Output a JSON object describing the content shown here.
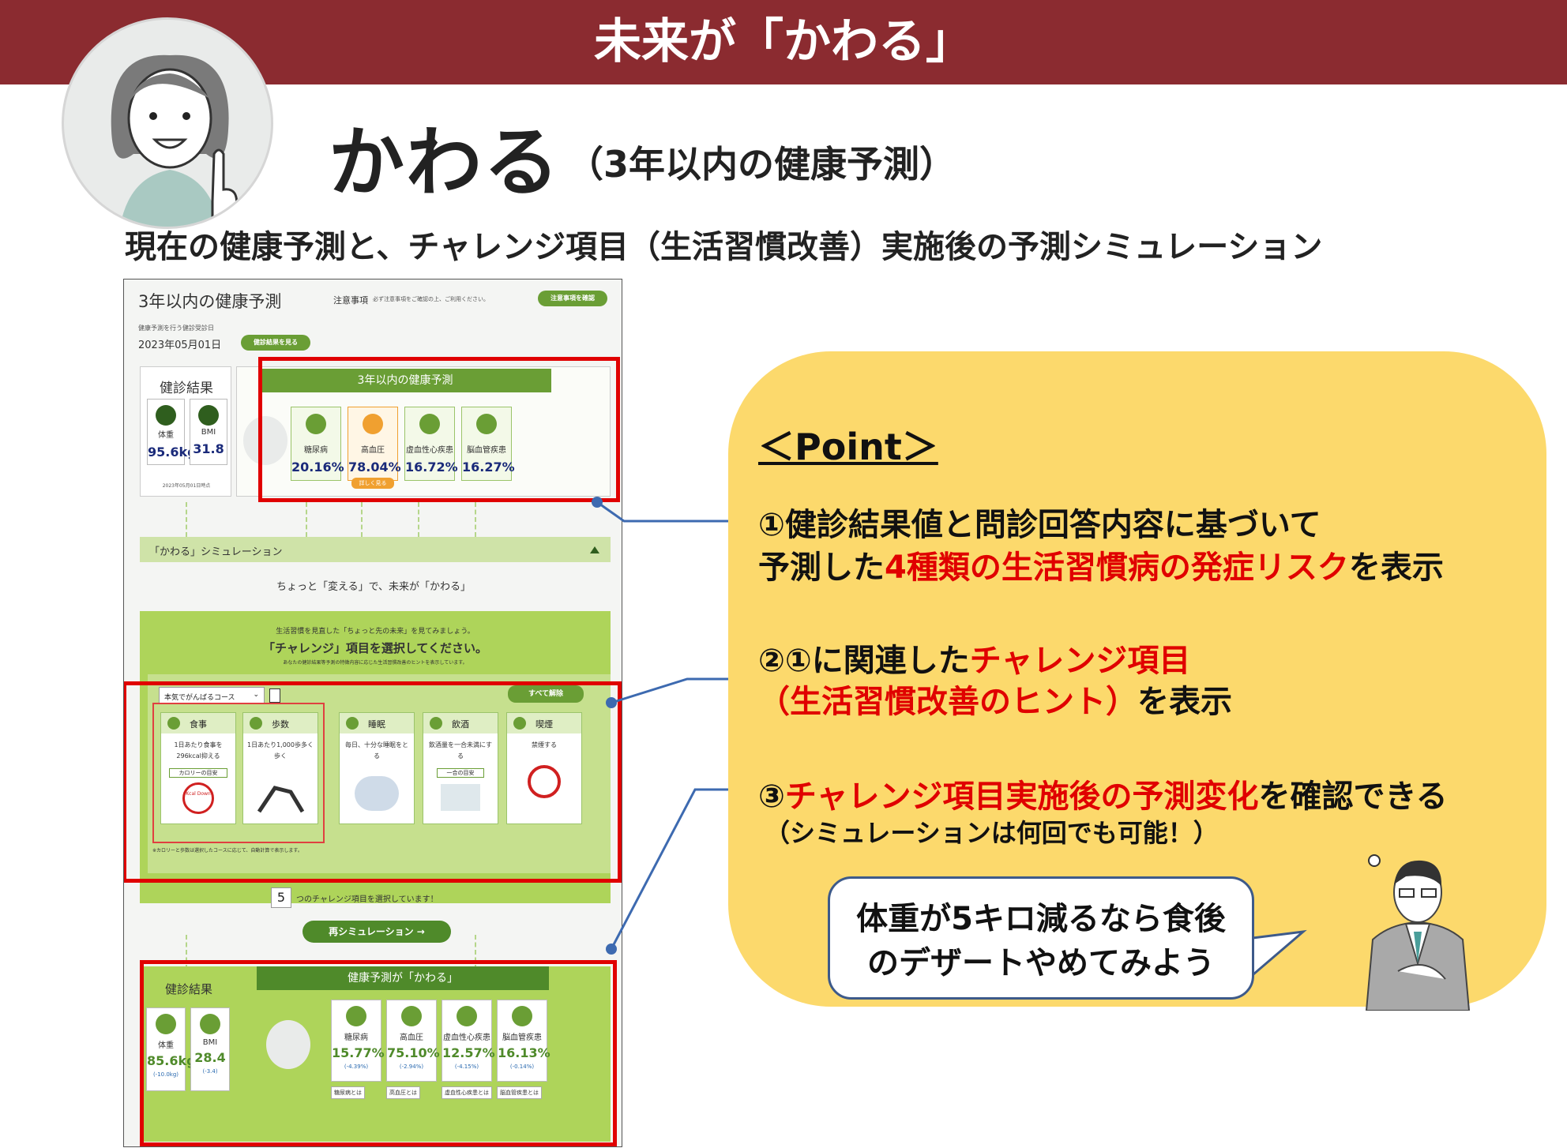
{
  "banner": {
    "title": "未来が「かわる」"
  },
  "heading": {
    "title": "かわる",
    "subtitle": "（3年以内の健康予測）"
  },
  "lead": "現在の健康予測と、チャレンジ項目（生活習慣改善）実施後の予測シミュレーション",
  "phone": {
    "title": "3年以内の健康予測",
    "notice_label": "注意事項",
    "notice_text": "必ず注意事項をご確認の上、ご利用ください。",
    "notice_button": "注意事項を確認",
    "date_label": "健康予測を行う健診受診日",
    "date": "2023年05月01日",
    "view_results_button": "健診結果を見る",
    "checkup": {
      "label": "健診結果",
      "items": [
        {
          "name": "体重",
          "value": "95.6kg"
        },
        {
          "name": "BMI",
          "value": "31.8"
        }
      ],
      "date_note": "2023年05月01日時点"
    },
    "prediction": {
      "label": "3年以内の健康予測",
      "risks": [
        {
          "name": "糖尿病",
          "value": "20.16%"
        },
        {
          "name": "高血圧",
          "value": "78.04%",
          "tag": "詳しく見る"
        },
        {
          "name": "虚血性心疾患",
          "value": "16.72%"
        },
        {
          "name": "脳血管疾患",
          "value": "16.27%"
        }
      ]
    },
    "simulation": {
      "bar_label": "「かわる」シミュレーション",
      "tagline": "ちょっと「変える」で、未来が「かわる」",
      "intro": "生活習慣を見直した「ちょっと先の未来」を見てみましょう。",
      "instruction": "「チャレンジ」項目を選択してください。",
      "instruction_sub": "あなたの健診結果等予測の特徴内容に応じた生活習慣改善のヒントを表示しています。",
      "course_select": "本気でがんばるコース",
      "clear_all": "すべて解除",
      "challenges": [
        {
          "name": "食事",
          "desc": "1日あたり食事を296kcal抑える",
          "tag": "カロリーの目安",
          "extra": "Kcal Down"
        },
        {
          "name": "歩数",
          "desc": "1日あたり1,000歩多く歩く"
        },
        {
          "name": "睡眠",
          "desc": "毎日、十分な睡眠をとる"
        },
        {
          "name": "飲酒",
          "desc": "飲酒量を一合未満にする",
          "tag": "一合の目安"
        },
        {
          "name": "喫煙",
          "desc": "禁煙する"
        }
      ],
      "footnote": "※カロリーと歩数は選択したコースに応じて、自動計算で表示します。",
      "selected_count": "5",
      "selected_text": "つのチャレンジ項目を選択しています！",
      "resim_button": "再シミュレーション →"
    },
    "result": {
      "label": "健康予測が「かわる」",
      "checkup_label": "健診結果",
      "items": [
        {
          "name": "体重",
          "value": "85.6kg",
          "delta": "(-10.0kg)"
        },
        {
          "name": "BMI",
          "value": "28.4",
          "delta": "(-3.4)"
        }
      ],
      "risks": [
        {
          "name": "糖尿病",
          "value": "15.77%",
          "delta": "(-4.39%)",
          "link": "糖尿病とは"
        },
        {
          "name": "高血圧",
          "value": "75.10%",
          "delta": "(-2.94%)",
          "link": "高血圧とは"
        },
        {
          "name": "虚血性心疾患",
          "value": "12.57%",
          "delta": "(-4.15%)",
          "link": "虚血性心疾患とは"
        },
        {
          "name": "脳血管疾患",
          "value": "16.13%",
          "delta": "(-0.14%)",
          "link": "脳血管疾患とは"
        }
      ]
    }
  },
  "points": {
    "heading": "＜Point＞",
    "p1_line1": "①健診結果値と問診回答内容に基づいて",
    "p1_line2_a": "予測した",
    "p1_line2_red": "4種類の生活習慣病の発症リスク",
    "p1_line2_b": "を表示",
    "p2_a": "②①に関連した",
    "p2_red": "チャレンジ項目",
    "p2_line2_red": "（生活習慣改善のヒント）",
    "p2_line2_b": "を表示",
    "p3_a": "③",
    "p3_red": "チャレンジ項目実施後の予測変化",
    "p3_b": "を確認できる",
    "p3_sub": "（シミュレーションは何回でも可能！）",
    "bubble_line1": "体重が5キロ減るなら食後",
    "bubble_line2": "のデザートやめてみよう"
  },
  "colors": {
    "banner": "#8b2b30",
    "panel": "#fcd96c",
    "accent_red": "#e00000",
    "green": "#6a9e35"
  }
}
